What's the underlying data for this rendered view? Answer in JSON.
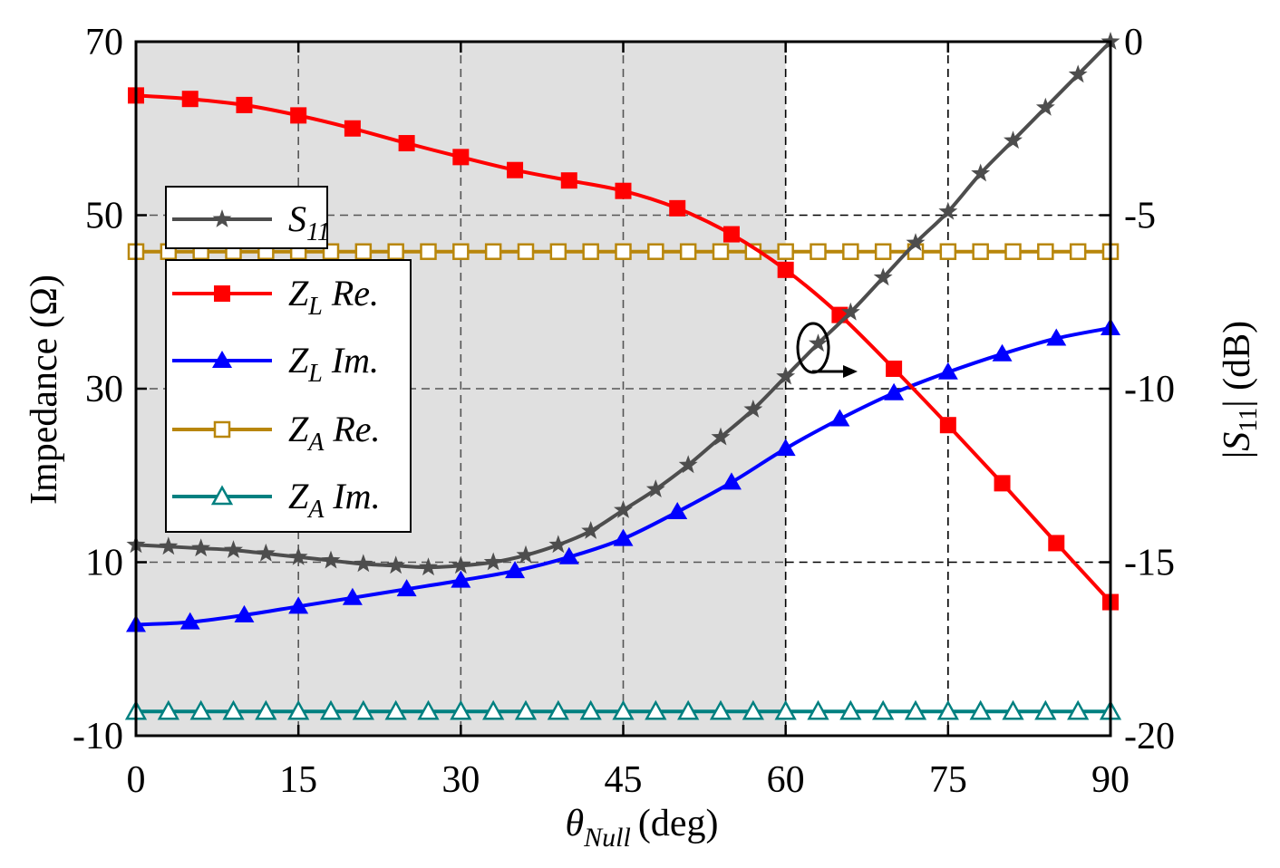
{
  "chart_data": {
    "type": "line",
    "xlabel": {
      "symbol": "θ",
      "sub": "Null",
      "unit": "(deg)"
    },
    "ylabel": "Impedance (Ω)",
    "y2label": {
      "pre": "|",
      "symbol": "S",
      "sub": "11",
      "post": "| (dB)"
    },
    "xlim": [
      0,
      90
    ],
    "ylim": [
      -10,
      70
    ],
    "y2lim": [
      -20,
      0
    ],
    "xticks": [
      "0",
      "15",
      "30",
      "45",
      "60",
      "75",
      "90"
    ],
    "yticks": [
      "-10",
      "10",
      "30",
      "50",
      "70"
    ],
    "y2ticks": [
      "-20",
      "-15",
      "-10",
      "-5",
      "0"
    ],
    "xtick_values": [
      0,
      15,
      30,
      45,
      60,
      75,
      90
    ],
    "ytick_values": [
      -10,
      10,
      30,
      50,
      70
    ],
    "y2tick_values": [
      -20,
      -15,
      -10,
      -5,
      0
    ],
    "grid": true,
    "shaded_region": {
      "x_from": 0,
      "x_to": 60,
      "color": "#e0e0e0"
    },
    "series": [
      {
        "name": "S11",
        "label": {
          "main": "S",
          "sub": "11",
          "suffix": ""
        },
        "axis": "right",
        "color": "#4d4d4d",
        "marker": "star",
        "x": [
          0,
          3,
          6,
          9,
          12,
          15,
          18,
          21,
          24,
          27,
          30,
          33,
          36,
          39,
          42,
          45,
          48,
          51,
          54,
          57,
          60,
          63,
          66,
          69,
          72,
          75,
          78,
          81,
          84,
          87,
          90
        ],
        "values": [
          -14.5,
          -14.55,
          -14.6,
          -14.65,
          -14.75,
          -14.85,
          -14.95,
          -15.05,
          -15.1,
          -15.15,
          -15.1,
          -15.0,
          -14.8,
          -14.5,
          -14.1,
          -13.5,
          -12.9,
          -12.2,
          -11.4,
          -10.6,
          -9.65,
          -8.7,
          -7.8,
          -6.8,
          -5.8,
          -4.9,
          -3.8,
          -2.85,
          -1.9,
          -0.95,
          0
        ]
      },
      {
        "name": "ZL Re.",
        "label": {
          "main": "Z",
          "sub": "L",
          "suffix": " Re."
        },
        "axis": "left",
        "color": "#ff0000",
        "marker": "square",
        "x": [
          0,
          5,
          10,
          15,
          20,
          25,
          30,
          35,
          40,
          45,
          50,
          55,
          60,
          65,
          70,
          75,
          80,
          85,
          90
        ],
        "values": [
          63.8,
          63.4,
          62.7,
          61.5,
          60.0,
          58.3,
          56.7,
          55.2,
          54.0,
          52.8,
          50.8,
          47.8,
          43.7,
          38.5,
          32.3,
          25.8,
          19.1,
          12.2,
          5.4
        ]
      },
      {
        "name": "ZL Im.",
        "label": {
          "main": "Z",
          "sub": "L",
          "suffix": " Im."
        },
        "axis": "left",
        "color": "#0000ff",
        "marker": "triangle",
        "x": [
          0,
          5,
          10,
          15,
          20,
          25,
          30,
          35,
          40,
          45,
          50,
          55,
          60,
          65,
          70,
          75,
          80,
          85,
          90
        ],
        "values": [
          2.8,
          3.1,
          3.9,
          4.9,
          5.9,
          6.9,
          7.9,
          9.0,
          10.6,
          12.7,
          15.8,
          19.2,
          23.1,
          26.5,
          29.5,
          31.9,
          34.0,
          35.8,
          37.0
        ]
      },
      {
        "name": "ZA Re.",
        "label": {
          "main": "Z",
          "sub": "A",
          "suffix": " Re."
        },
        "axis": "left",
        "color": "#b8860b",
        "marker": "open-square",
        "x": [
          0,
          3,
          6,
          9,
          12,
          15,
          18,
          21,
          24,
          27,
          30,
          33,
          36,
          39,
          42,
          45,
          48,
          51,
          54,
          57,
          60,
          63,
          66,
          69,
          72,
          75,
          78,
          81,
          84,
          87,
          90
        ],
        "values": [
          45.8,
          45.8,
          45.8,
          45.8,
          45.8,
          45.8,
          45.8,
          45.8,
          45.8,
          45.8,
          45.8,
          45.8,
          45.8,
          45.8,
          45.8,
          45.8,
          45.8,
          45.8,
          45.8,
          45.8,
          45.8,
          45.8,
          45.8,
          45.8,
          45.8,
          45.8,
          45.8,
          45.8,
          45.8,
          45.8,
          45.8
        ]
      },
      {
        "name": "ZA Im.",
        "label": {
          "main": "Z",
          "sub": "A",
          "suffix": " Im."
        },
        "axis": "left",
        "color": "#008080",
        "marker": "open-triangle",
        "x": [
          0,
          3,
          6,
          9,
          12,
          15,
          18,
          21,
          24,
          27,
          30,
          33,
          36,
          39,
          42,
          45,
          48,
          51,
          54,
          57,
          60,
          63,
          66,
          69,
          72,
          75,
          78,
          81,
          84,
          87,
          90
        ],
        "values": [
          -7.2,
          -7.2,
          -7.2,
          -7.2,
          -7.2,
          -7.2,
          -7.2,
          -7.2,
          -7.2,
          -7.2,
          -7.2,
          -7.2,
          -7.2,
          -7.2,
          -7.2,
          -7.2,
          -7.2,
          -7.2,
          -7.2,
          -7.2,
          -7.2,
          -7.2,
          -7.2,
          -7.2,
          -7.2,
          -7.2,
          -7.2,
          -7.2,
          -7.2,
          -7.2,
          -7.2
        ]
      }
    ]
  }
}
